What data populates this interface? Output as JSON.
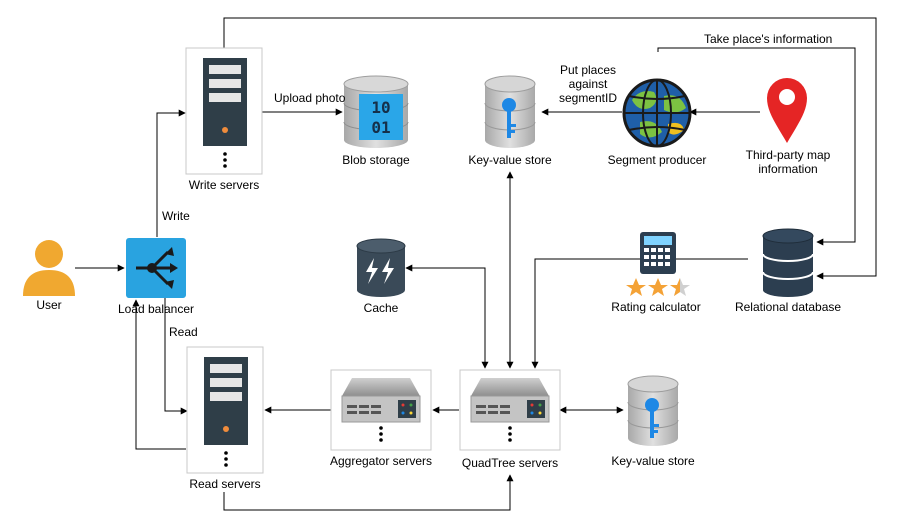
{
  "nodes": {
    "user": "User",
    "load_balancer": "Load balancer",
    "write_servers": "Write servers",
    "read_servers": "Read servers",
    "blob_storage": "Blob storage",
    "kv_store_top": "Key-value store",
    "kv_store_bottom": "Key-value store",
    "segment_producer": "Segment producer",
    "third_party_map": "Third-party map information",
    "relational_db": "Relational database",
    "rating_calculator": "Rating calculator",
    "cache": "Cache",
    "aggregator_servers": "Aggregator servers",
    "quadtree_servers": "QuadTree servers"
  },
  "edges": {
    "write": "Write",
    "read": "Read",
    "upload_photo": "Upload photo",
    "put_places": "Put places against segmentID",
    "take_place_info": "Take place's information"
  },
  "colors": {
    "server_dark": "#2f3e48",
    "server_slot": "#e6e6e6",
    "server_led": "#f08c3c",
    "lb_blue": "#29a3e0",
    "user_orange": "#f0a830",
    "kv_gray": "#bdbdbd",
    "key_blue": "#1e88e5",
    "blob_blue": "#2aa6e8",
    "db_dark": "#2c3e50",
    "pin_red": "#e52525",
    "star_orange": "#f4a236"
  }
}
